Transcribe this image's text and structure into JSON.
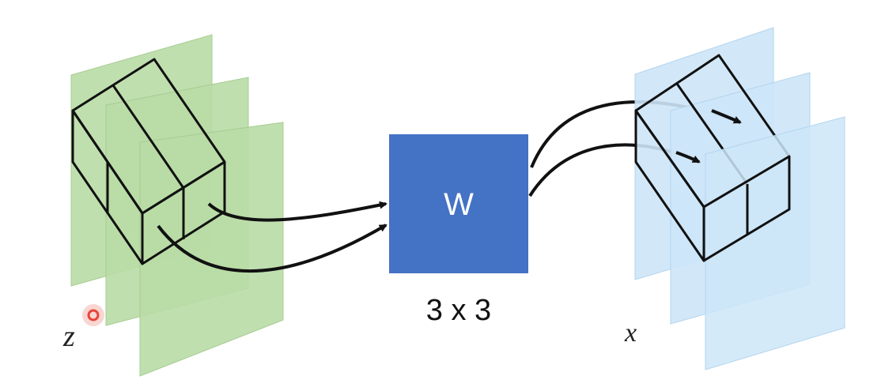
{
  "input_label": "z",
  "output_label": "x",
  "kernel": {
    "label": "W",
    "size_label": "3 x 3"
  },
  "colors": {
    "input_planes_fill": "#b9dba6",
    "input_planes_stroke": "#a6cc92",
    "output_planes_fill": "#cde6f8",
    "output_planes_stroke": "#b2d4ee",
    "kernel_fill": "#4472c4",
    "kernel_text": "#ffffff",
    "lines": "#111111",
    "cursor_dot": "#e8443a"
  }
}
